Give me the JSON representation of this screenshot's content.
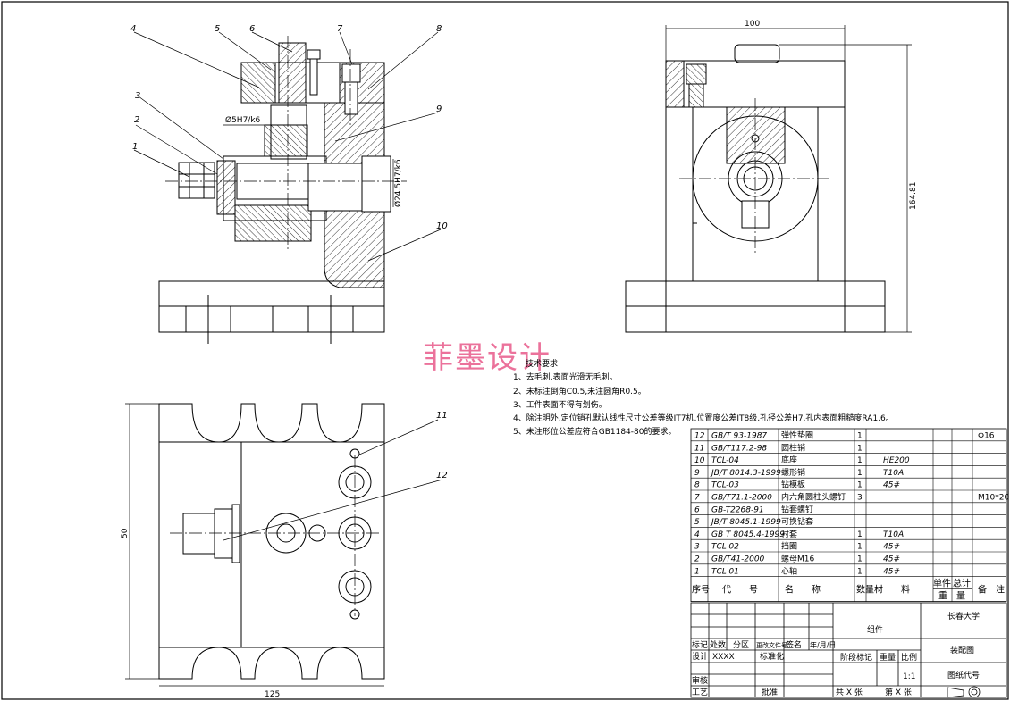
{
  "watermark": "菲墨设计",
  "dimensions": {
    "top_width": "100",
    "right_height": "164.81",
    "fit_small": "Ø5H7/k6",
    "fit_large": "Ø24.5H7/k6",
    "plan_width": "125",
    "plan_height": "50"
  },
  "balloons": [
    "1",
    "2",
    "3",
    "4",
    "5",
    "6",
    "7",
    "8",
    "9",
    "10",
    "11",
    "12"
  ],
  "notes": {
    "title": "技术要求",
    "items": [
      "1、去毛刺,表面光滑无毛刺。",
      "2、未标注倒角C0.5,未注圆角R0.5。",
      "3、工件表面不得有划伤。",
      "4、除注明外,定位销孔默认线性尺寸公差等级IT7机,位置度公差IT8级,孔径公差H7,孔内表面粗糙度RA1.6。",
      "5、未注形位公差应符合GB1184-80的要求。"
    ]
  },
  "bom": {
    "rows": [
      {
        "no": "12",
        "code": "GB/T 93-1987",
        "name": "弹性垫圈",
        "qty": "1",
        "material": "",
        "note": "Φ16"
      },
      {
        "no": "11",
        "code": "GB/T117.2-98",
        "name": "圆柱销",
        "qty": "1",
        "material": "",
        "note": ""
      },
      {
        "no": "10",
        "code": "TCL-04",
        "name": "底座",
        "qty": "1",
        "material": "HE200",
        "note": ""
      },
      {
        "no": "9",
        "code": "JB/T 8014.3-1999",
        "name": "螺形销",
        "qty": "1",
        "material": "T10A",
        "note": ""
      },
      {
        "no": "8",
        "code": "TCL-03",
        "name": "钻模板",
        "qty": "1",
        "material": "45#",
        "note": ""
      },
      {
        "no": "7",
        "code": "GB/T71.1-2000",
        "name": "内六角圆柱头螺钉",
        "qty": "3",
        "material": "",
        "note": "M10*20"
      },
      {
        "no": "6",
        "code": "GB-T2268-91",
        "name": "钻套螺钉",
        "qty": "",
        "material": "",
        "note": ""
      },
      {
        "no": "5",
        "code": "JB/T 8045.1-1999",
        "name": "可换钻套",
        "qty": "",
        "material": "",
        "note": ""
      },
      {
        "no": "4",
        "code": "GB T 8045.4-1999",
        "name": "衬套",
        "qty": "1",
        "material": "T10A",
        "note": ""
      },
      {
        "no": "3",
        "code": "TCL-02",
        "name": "挡圈",
        "qty": "1",
        "material": "45#",
        "note": ""
      },
      {
        "no": "2",
        "code": "GB/T41-2000",
        "name": "螺母M16",
        "qty": "1",
        "material": "45#",
        "note": ""
      },
      {
        "no": "1",
        "code": "TCL-01",
        "name": "心轴",
        "qty": "1",
        "material": "45#",
        "note": ""
      }
    ],
    "header": {
      "no": "序号",
      "code": "代　　号",
      "name": "名　　称",
      "qty": "数量",
      "material": "材　　料",
      "single": "单件",
      "total": "总计",
      "weight": "重　量",
      "note": "备　注"
    }
  },
  "title_block": {
    "biaoji": "标记",
    "chushu": "处数",
    "fenqu": "分区",
    "gengwen": "更改文件号",
    "qianming": "签名",
    "date": "年/月/日",
    "sheji": "设计",
    "xxxx": "XXXX",
    "biaozhunhua": "标准化",
    "shenhe": "审核",
    "gongyi": "工艺",
    "pizhun": "批准",
    "zujian": "组件",
    "stage": "阶段标记",
    "weight": "重量",
    "scale": "比例",
    "scale_val": "1:1",
    "sheets": "共 X 张",
    "sheet": "第 X 张",
    "univ": "长春大学",
    "drawing": "装配图",
    "code": "图纸代号"
  }
}
